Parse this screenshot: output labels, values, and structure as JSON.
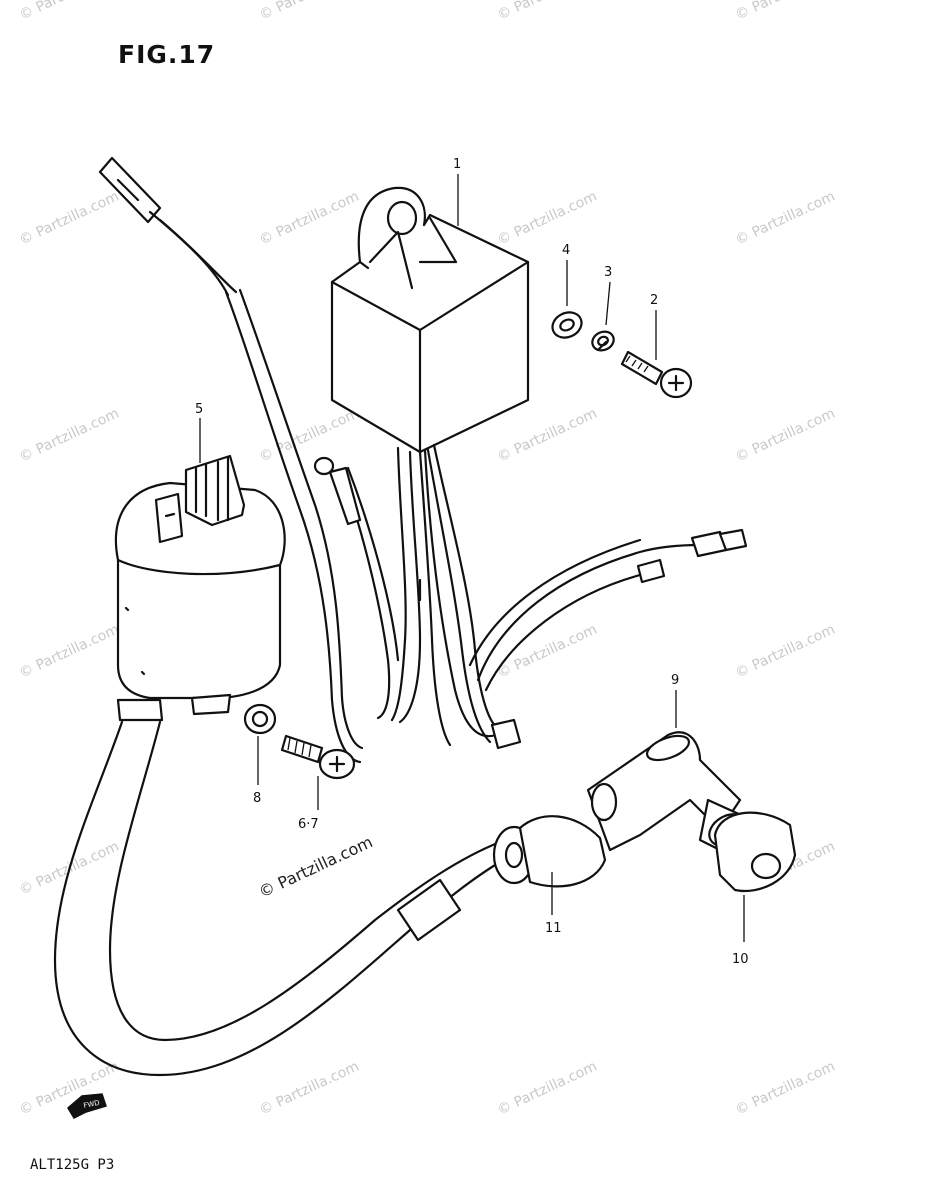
{
  "figure": {
    "title": "FIG.17",
    "footer_code": "ALT125G P3",
    "fwd_label": "FWD"
  },
  "watermark": {
    "text": "© Partzilla.com",
    "center_text": "© Partzilla.com"
  },
  "callouts": [
    {
      "id": "1",
      "label": "1"
    },
    {
      "id": "2",
      "label": "2"
    },
    {
      "id": "3",
      "label": "3"
    },
    {
      "id": "4",
      "label": "4"
    },
    {
      "id": "5",
      "label": "5"
    },
    {
      "id": "6-7",
      "label": "6·7"
    },
    {
      "id": "8",
      "label": "8"
    },
    {
      "id": "9",
      "label": "9"
    },
    {
      "id": "10",
      "label": "10"
    },
    {
      "id": "11",
      "label": "11"
    }
  ],
  "parts": [
    {
      "id": "cdi-unit",
      "icon": "cdi-unit-icon"
    },
    {
      "id": "screw",
      "icon": "screw-icon"
    },
    {
      "id": "lock-washer",
      "icon": "lock-washer-icon"
    },
    {
      "id": "washer",
      "icon": "washer-icon"
    },
    {
      "id": "ignition-coil",
      "icon": "ignition-coil-icon"
    },
    {
      "id": "coil-screw",
      "icon": "screw-icon"
    },
    {
      "id": "coil-washer",
      "icon": "washer-icon"
    },
    {
      "id": "plug-cap",
      "icon": "spark-plug-cap-icon"
    },
    {
      "id": "cap-cover",
      "icon": "cap-cover-icon"
    },
    {
      "id": "grommet",
      "icon": "grommet-icon"
    }
  ]
}
